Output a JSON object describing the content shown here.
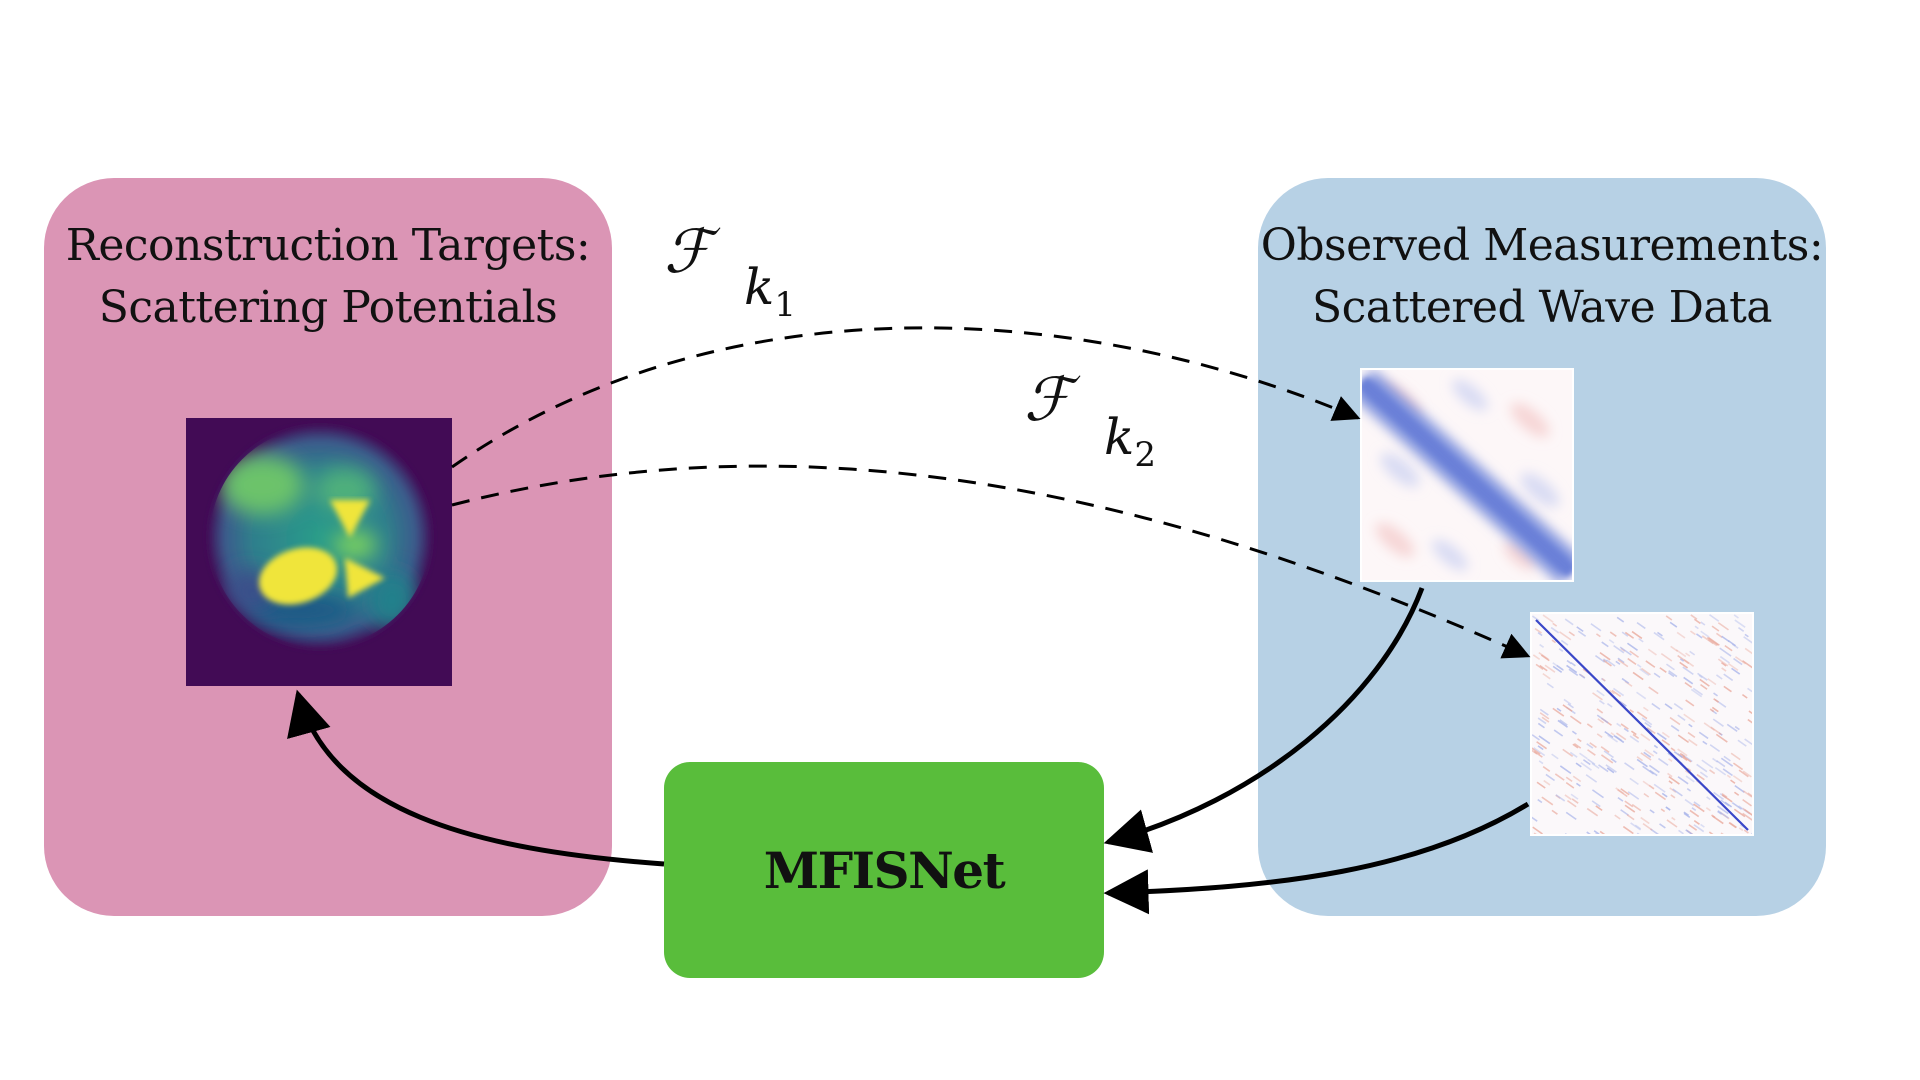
{
  "left_panel": {
    "title_line1": "Reconstruction Targets:",
    "title_line2": "Scattering Potentials",
    "color": "#db95b5"
  },
  "right_panel": {
    "title_line1": "Observed Measurements:",
    "title_line2": "Scattered Wave Data",
    "color": "#b7d1e5"
  },
  "model": {
    "label": "MFISNet",
    "color": "#59bd3b"
  },
  "operators": [
    {
      "symbol": "ℱ",
      "k": "k",
      "index": "1"
    },
    {
      "symbol": "ℱ",
      "k": "k",
      "index": "2"
    }
  ],
  "images": {
    "potential": "scattering-potential-heatmap",
    "measurement_low_freq": "scattered-wave-data-low-frequency",
    "measurement_high_freq": "scattered-wave-data-high-frequency"
  }
}
